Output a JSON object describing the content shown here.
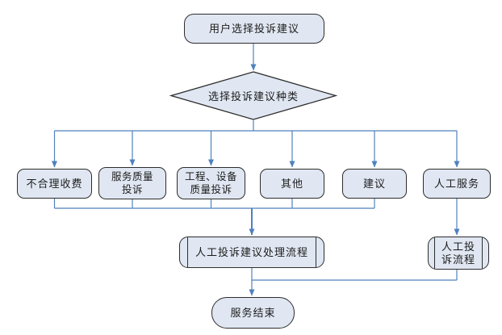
{
  "colors": {
    "connector": "#4f81bd",
    "shape_fill": "#e0e7f2",
    "shape_border": "#2d2d2d",
    "text": "#1c1c1c"
  },
  "diagram": {
    "start": {
      "label": "用户选择投诉建议"
    },
    "decision": {
      "label": "选择投诉建议种类"
    },
    "branches": [
      {
        "lines": [
          "不合理收费"
        ]
      },
      {
        "lines": [
          "服务质量",
          "投诉"
        ]
      },
      {
        "lines": [
          "工程、设备",
          "质量投诉"
        ]
      },
      {
        "lines": [
          "其他"
        ]
      },
      {
        "lines": [
          "建议"
        ]
      },
      {
        "lines": [
          "人工服务"
        ]
      }
    ],
    "process_main": {
      "label": "人工投诉建议处理流程"
    },
    "process_manual": {
      "lines": [
        "人工投",
        "诉流程"
      ]
    },
    "end": {
      "label": "服务结束"
    }
  }
}
